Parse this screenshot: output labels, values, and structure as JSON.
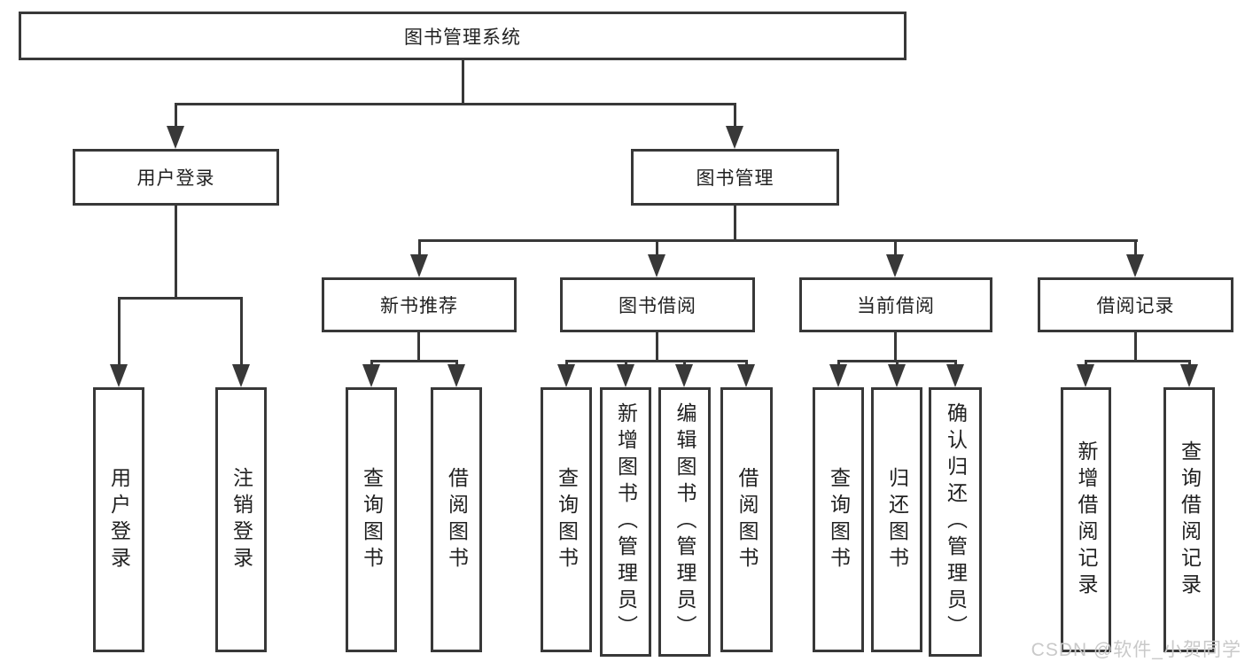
{
  "diagram": {
    "root": "图书管理系统",
    "level2": [
      "用户登录",
      "图书管理"
    ],
    "level3": [
      "新书推荐",
      "图书借阅",
      "当前借阅",
      "借阅记录"
    ],
    "leaves": {
      "login": [
        "用户登录",
        "注销登录"
      ],
      "recommend": [
        "查询图书",
        "借阅图书"
      ],
      "borrow": [
        "查询图书",
        "新增图书（管理员）",
        "编辑图书（管理员）",
        "借阅图书"
      ],
      "current": [
        "查询图书",
        "归还图书",
        "确认归还（管理员）"
      ],
      "history": [
        "新增借阅记录",
        "查询借阅记录"
      ]
    }
  },
  "watermark": {
    "text": "CSDN @软件_小贺同学"
  },
  "colors": {
    "line": "#383838",
    "box_border": "#383838",
    "background": "#ffffff",
    "watermark": "#c9c9c9"
  }
}
